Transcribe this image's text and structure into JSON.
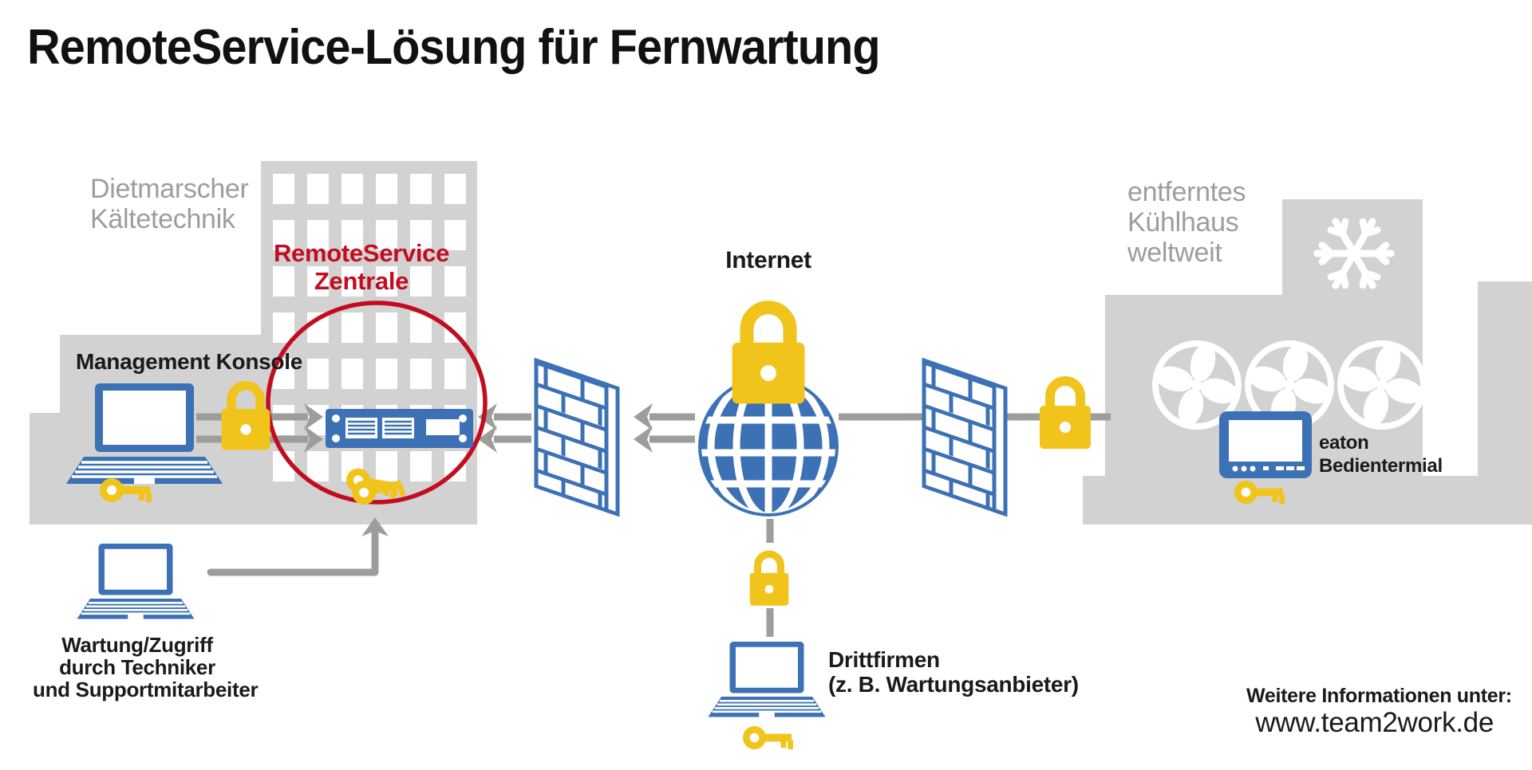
{
  "title": "RemoteService-Lösung für Fernwartung",
  "colors": {
    "blue": "#3d71b5",
    "yellow": "#f0c41b",
    "red": "#c20d21",
    "building_gray": "#d3d2d2",
    "line_gray": "#9d9d9c",
    "gray_text": "#9d9d9c",
    "black_text": "#1a1a1a"
  },
  "left_site": {
    "company_lines": [
      "Dietmarscher",
      "Kältetechnik"
    ],
    "zentrale_lines": [
      "RemoteService",
      "Zentrale"
    ],
    "console_label": "Management Konsole",
    "technician_lines": [
      "Wartung/Zugriff",
      "durch Techniker",
      "und Supportmitarbeiter"
    ]
  },
  "internet": {
    "label": "Internet"
  },
  "third_party": {
    "lines": [
      "Drittfirmen",
      "(z. B. Wartungsanbieter)"
    ]
  },
  "remote_site": {
    "site_lines": [
      "entferntes",
      "Kühlhaus",
      "weltweit"
    ],
    "terminal_lines": [
      "eaton",
      "Bedientermial"
    ]
  },
  "footer": {
    "info_label": "Weitere Informationen unter:",
    "url": "www.team2work.de"
  },
  "icons": {
    "laptop-icon": "blue laptop",
    "padlock-icon": "yellow padlock",
    "key-icon": "yellow key",
    "server-icon": "blue rack server",
    "firewall-icon": "blue brick firewall wall",
    "globe-icon": "blue internet globe",
    "fan-icon": "white ventilation fan",
    "snowflake-icon": "white snowflake",
    "terminal-icon": "blue operator terminal",
    "building-icon": "gray building silhouette",
    "highlight-circle": "red emphasis circle",
    "arrow-icon": "gray chevron arrow"
  }
}
